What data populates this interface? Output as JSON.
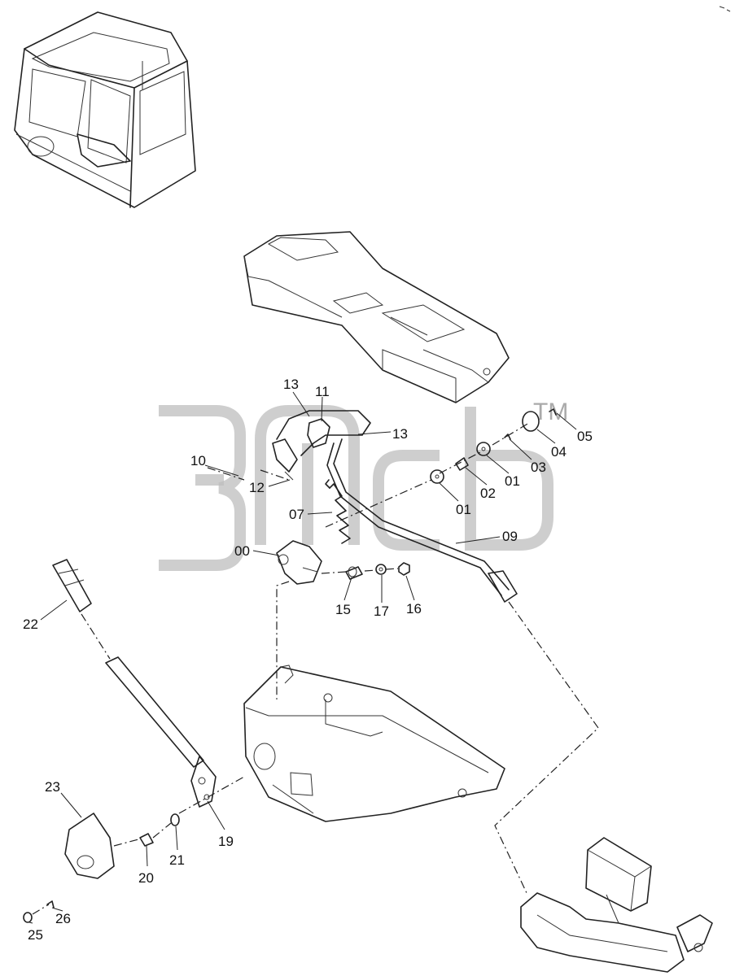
{
  "watermark": {
    "mark": "TM"
  },
  "callouts": [
    {
      "id": "c13a",
      "text": "13"
    },
    {
      "id": "c11",
      "text": "11"
    },
    {
      "id": "c13b",
      "text": "13"
    },
    {
      "id": "c10",
      "text": "10"
    },
    {
      "id": "c12",
      "text": "12"
    },
    {
      "id": "c07",
      "text": "07"
    },
    {
      "id": "c00",
      "text": "00"
    },
    {
      "id": "c15",
      "text": "15"
    },
    {
      "id": "c17",
      "text": "17"
    },
    {
      "id": "c16",
      "text": "16"
    },
    {
      "id": "c09",
      "text": "09"
    },
    {
      "id": "c01a",
      "text": "01"
    },
    {
      "id": "c02",
      "text": "02"
    },
    {
      "id": "c01b",
      "text": "01"
    },
    {
      "id": "c03",
      "text": "03"
    },
    {
      "id": "c04",
      "text": "04"
    },
    {
      "id": "c05",
      "text": "05"
    },
    {
      "id": "c22",
      "text": "22"
    },
    {
      "id": "c23",
      "text": "23"
    },
    {
      "id": "c19",
      "text": "19"
    },
    {
      "id": "c20",
      "text": "20"
    },
    {
      "id": "c21",
      "text": "21"
    },
    {
      "id": "c25",
      "text": "25"
    },
    {
      "id": "c26",
      "text": "26"
    }
  ]
}
